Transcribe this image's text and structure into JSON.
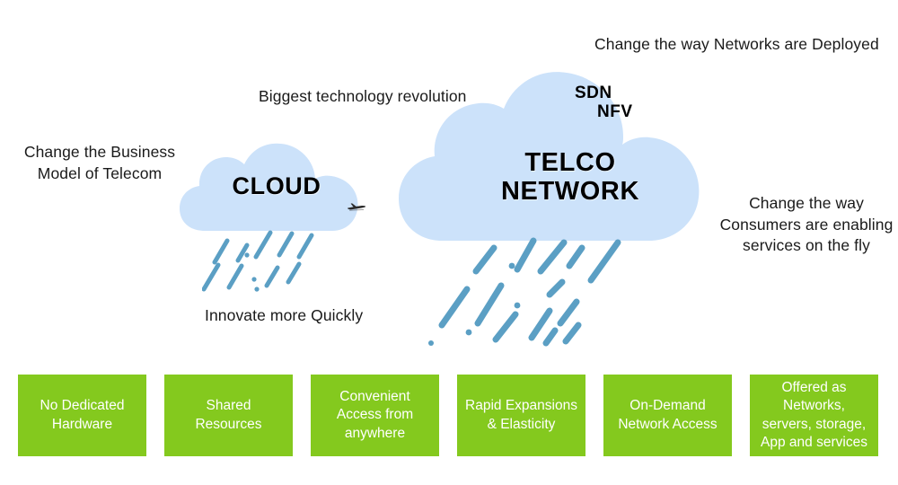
{
  "colors": {
    "background": "#ffffff",
    "cloud_fill": "#cce2fa",
    "rain": "#5b9fc4",
    "benefit_box": "#84c91e",
    "benefit_text": "#ffffff",
    "annotation_text": "#1a1a1a",
    "cloud_label_text": "#000000"
  },
  "annotations": {
    "business_model": "Change the Business\nModel of Telecom",
    "biggest_revolution": "Biggest technology revolution",
    "networks_deployed": "Change the way Networks are Deployed",
    "consumers": "Change the way\nConsumers are enabling\nservices on the fly",
    "innovate": "Innovate more Quickly"
  },
  "clouds": [
    {
      "id": "cloud-small",
      "label": "CLOUD",
      "icon": "airplane-icon"
    },
    {
      "id": "cloud-big",
      "label": "TELCO\nNETWORK",
      "tags": [
        "SDN",
        "NFV"
      ]
    }
  ],
  "benefits": [
    {
      "label": "No Dedicated\nHardware"
    },
    {
      "label": "Shared\nResources"
    },
    {
      "label": "Convenient\nAccess from\nanywhere"
    },
    {
      "label": "Rapid Expansions\n& Elasticity"
    },
    {
      "label": "On-Demand\nNetwork Access"
    },
    {
      "label": "Offered as\nNetworks,\nservers, storage,\nApp and services"
    }
  ]
}
